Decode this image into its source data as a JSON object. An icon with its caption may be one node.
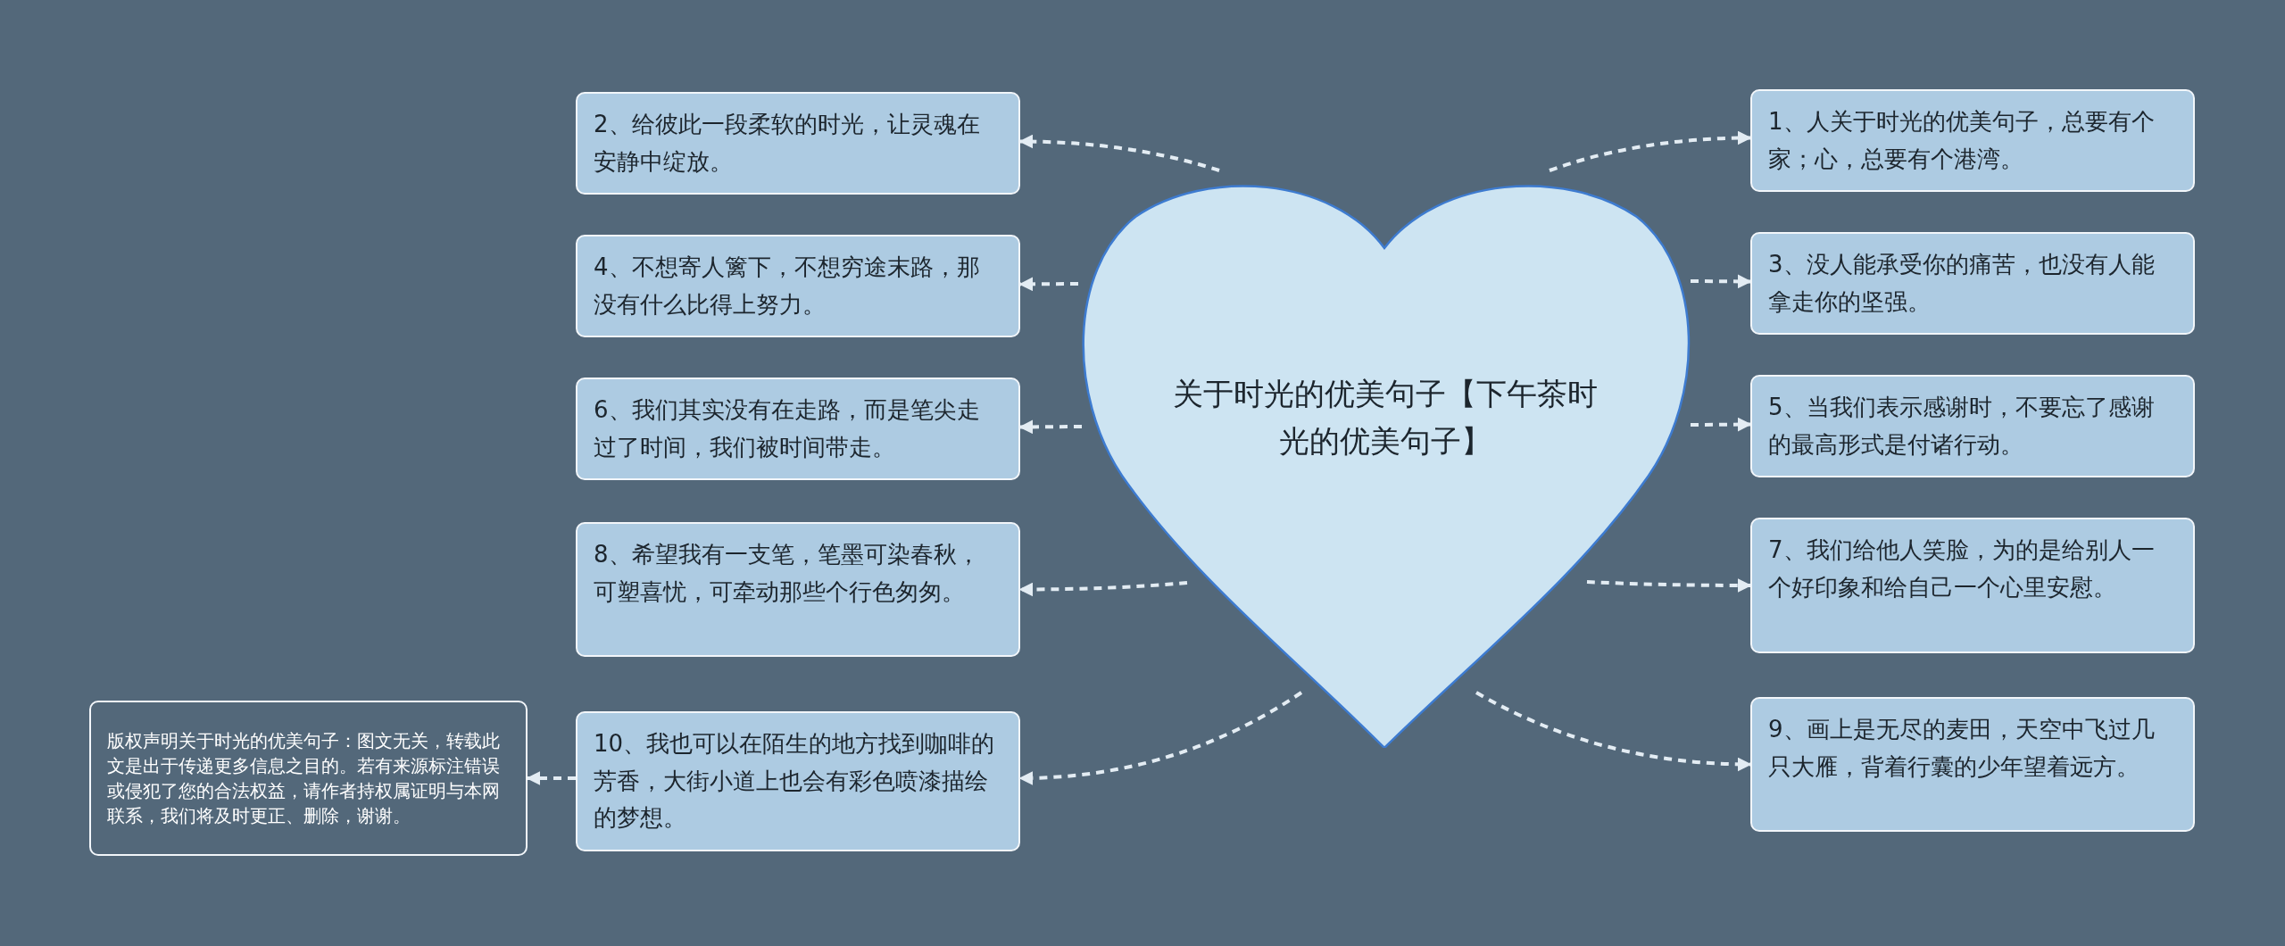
{
  "diagram": {
    "nodes": [
      {
        "text": [
          "关于时光的优美句子【下午茶时光的优美句子】"
        ]
      },
      {
        "text": [
          "1、人关于时光的优美句子，总要有个家；心，总要有个港湾。"
        ]
      },
      {
        "text": [
          "2、给彼此一段柔软的时光，让灵魂在安静中绽放。"
        ]
      },
      {
        "text": [
          "3、没人能承受你的痛苦，也没有人能拿走你的坚强。"
        ]
      },
      {
        "text": [
          "4、不想寄人篱下，不想穷途末路，那没有什么比得上努力。"
        ]
      },
      {
        "text": [
          "5、当我们表示感谢时，不要忘了感谢的最高形式是付诸行动。"
        ]
      },
      {
        "text": [
          "6、我们其实没有在走路，而是笔尖走过了时间，我们被时间带走。"
        ]
      },
      {
        "text": [
          "7、我们给他人笑脸，为的是给别人一个好印象和给自己一个心里安慰。"
        ]
      },
      {
        "text": [
          "8、希望我有一支笔，笔墨可染春秋，可塑喜忧，可牵动那些个行色匆匆。"
        ]
      },
      {
        "text": [
          "9、画上是无尽的麦田，天空中飞过几只大雁，背着行囊的少年望着远方。"
        ]
      },
      {
        "text": [
          "10、我也可以在陌生的地方找到咖啡的芳香，大街小道上也会有彩色喷漆描绘的梦想。"
        ]
      },
      {
        "text": [
          "版权声明关于时光的优美句子：图文无关，转载此文是出于传递更多信息之目的。若有来源标注错误或侵犯了您的合法权益，请作者持权属证明与本网联系，我们将及时更正、删除，谢谢。"
        ]
      }
    ],
    "edges": [
      {
        "from": 0,
        "to": 1,
        "arrow": "to",
        "style": "dashed"
      },
      {
        "from": 0,
        "to": 2,
        "arrow": "to",
        "style": "dashed"
      },
      {
        "from": 0,
        "to": 3,
        "arrow": "to",
        "style": "dashed"
      },
      {
        "from": 0,
        "to": 4,
        "arrow": "to",
        "style": "dashed"
      },
      {
        "from": 0,
        "to": 5,
        "arrow": "to",
        "style": "dashed"
      },
      {
        "from": 0,
        "to": 6,
        "arrow": "to",
        "style": "dashed"
      },
      {
        "from": 0,
        "to": 7,
        "arrow": "to",
        "style": "dashed"
      },
      {
        "from": 0,
        "to": 8,
        "arrow": "to",
        "style": "dashed"
      },
      {
        "from": 0,
        "to": 9,
        "arrow": "to",
        "style": "dashed"
      },
      {
        "from": 0,
        "to": 10,
        "arrow": "to",
        "style": "dashed"
      },
      {
        "from": 10,
        "to": 11,
        "arrow": "to",
        "style": "dashed"
      }
    ]
  }
}
